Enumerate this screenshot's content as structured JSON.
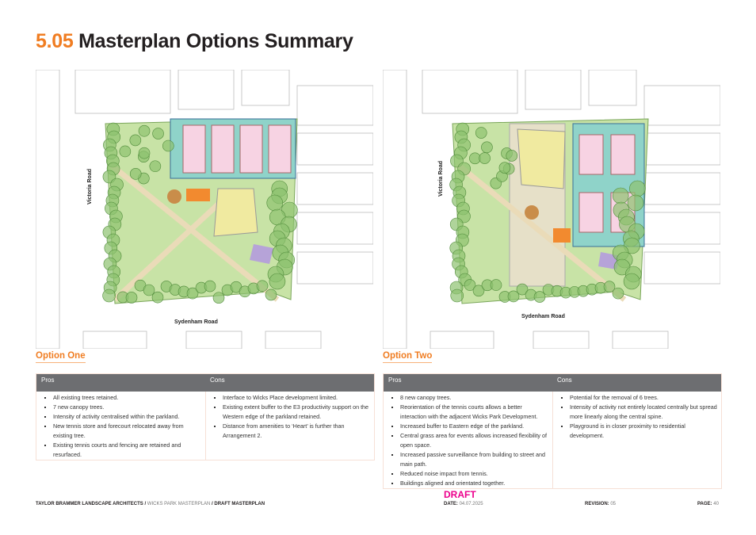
{
  "title": {
    "number": "5.05",
    "text": "Masterplan Options Summary"
  },
  "colors": {
    "accent": "#f07d22",
    "header_gray": "#6d6e71",
    "draft": "#ec008c",
    "park_green": "#c8e3a6",
    "tennis_teal": "#8fd3c9",
    "court_pink": "#f7d3e3"
  },
  "map_labels": {
    "victoria": "Victoria Road",
    "sydenham": "Sydenham Road"
  },
  "options": [
    {
      "heading": "Option One",
      "pros_label": "Pros",
      "cons_label": "Cons",
      "pros": [
        "All existing trees retained.",
        "7 new canopy trees.",
        "Intensity of activity centralised within the parkland.",
        "New tennis store and forecourt relocated away from existing tree.",
        "Existing tennis courts and fencing are retained and resurfaced."
      ],
      "cons": [
        "Interface to Wicks Place development limited.",
        "Existing extent buffer to the E3 productivity support on the Western edge of the parkland retained.",
        "Distance from amenities to ‘Heart’ is further than Arrangement 2."
      ]
    },
    {
      "heading": "Option Two",
      "pros_label": "Pros",
      "cons_label": "Cons",
      "pros": [
        "8 new canopy trees.",
        "Reorientation of the tennis courts allows a better interaction with the adjacent Wicks Park Development.",
        "Increased buffer to Eastern edge of the parkland.",
        "Central grass area for events allows increased flexibility of open space.",
        "Increased passive surveillance from building to street and main path.",
        "Reduced noise impact from tennis.",
        "Buildings aligned and orientated together."
      ],
      "cons": [
        "Potential for the removal of 6 trees.",
        "Intensity of activity not entirely located centrally but spread more linearly along the central spine.",
        "Playground is in closer proximity to residential development."
      ]
    }
  ],
  "footer": {
    "company": "TAYLOR BRAMMER LANDSCAPE ARCHITECTS",
    "project": "WICKS PARK MASTERPLAN",
    "doc": "DRAFT MASTERPLAN",
    "sep": " / ",
    "draft": "DRAFT",
    "date_label": "DATE:",
    "date": "04.07.2025",
    "revision_label": "REVISION:",
    "revision": "05",
    "page_label": "PAGE:",
    "page": "40"
  }
}
